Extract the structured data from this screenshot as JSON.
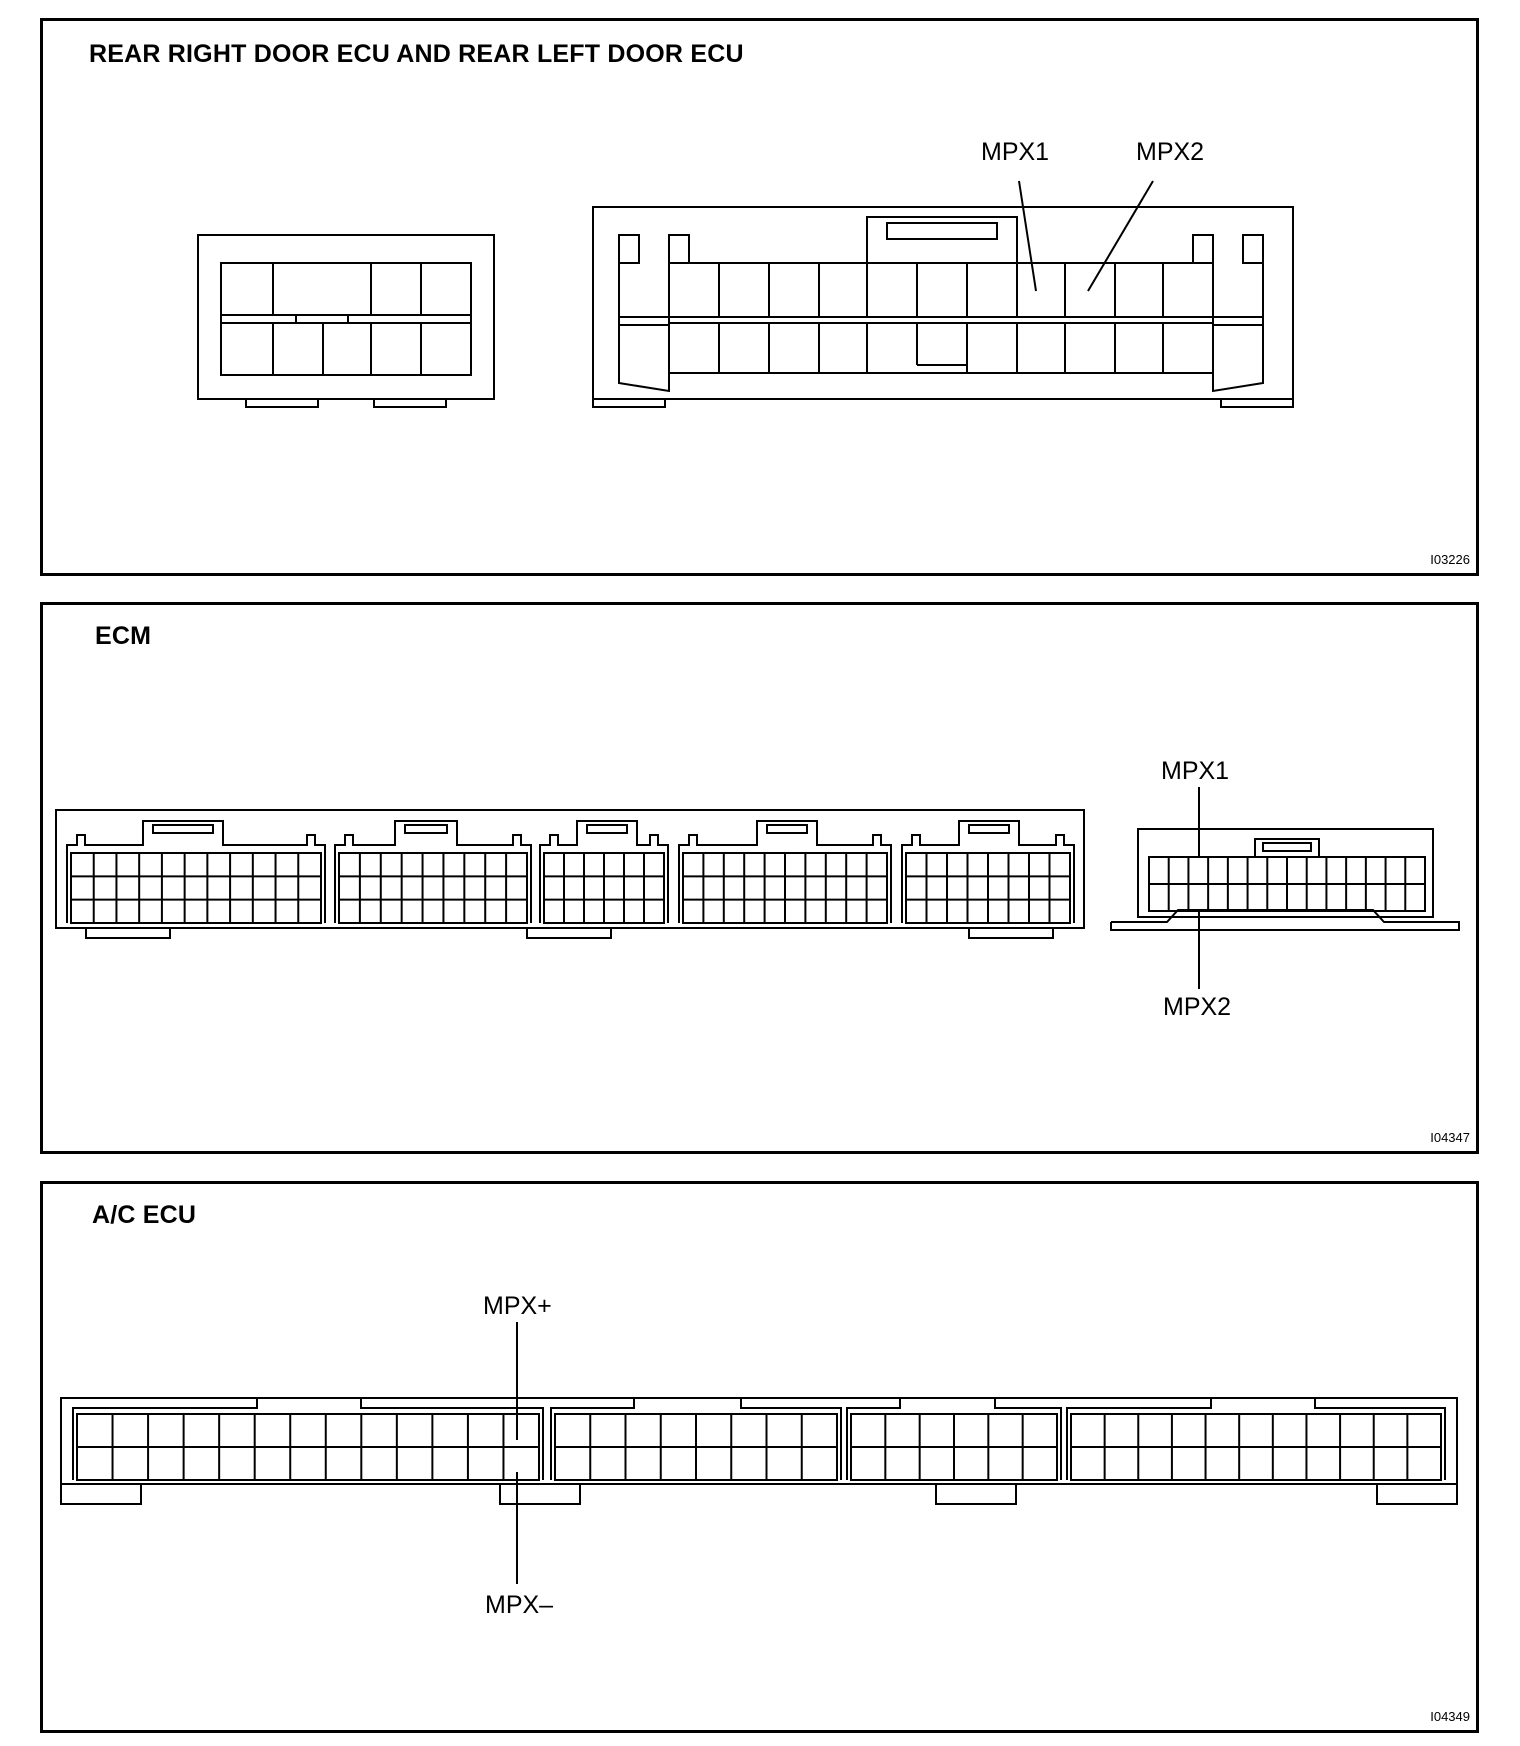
{
  "panels": [
    {
      "title": "REAR RIGHT DOOR ECU AND REAR LEFT DOOR ECU",
      "code": "I03226",
      "labels": {
        "first": "MPX1",
        "second": "MPX2"
      }
    },
    {
      "title": "ECM",
      "code": "I04347",
      "labels": {
        "first": "MPX1",
        "second": "MPX2"
      }
    },
    {
      "title": "A/C ECU",
      "code": "I04349",
      "labels": {
        "first": "MPX+",
        "second": "MPX–"
      }
    }
  ],
  "colors": {
    "ink": "#000000",
    "paper": "#ffffff"
  }
}
